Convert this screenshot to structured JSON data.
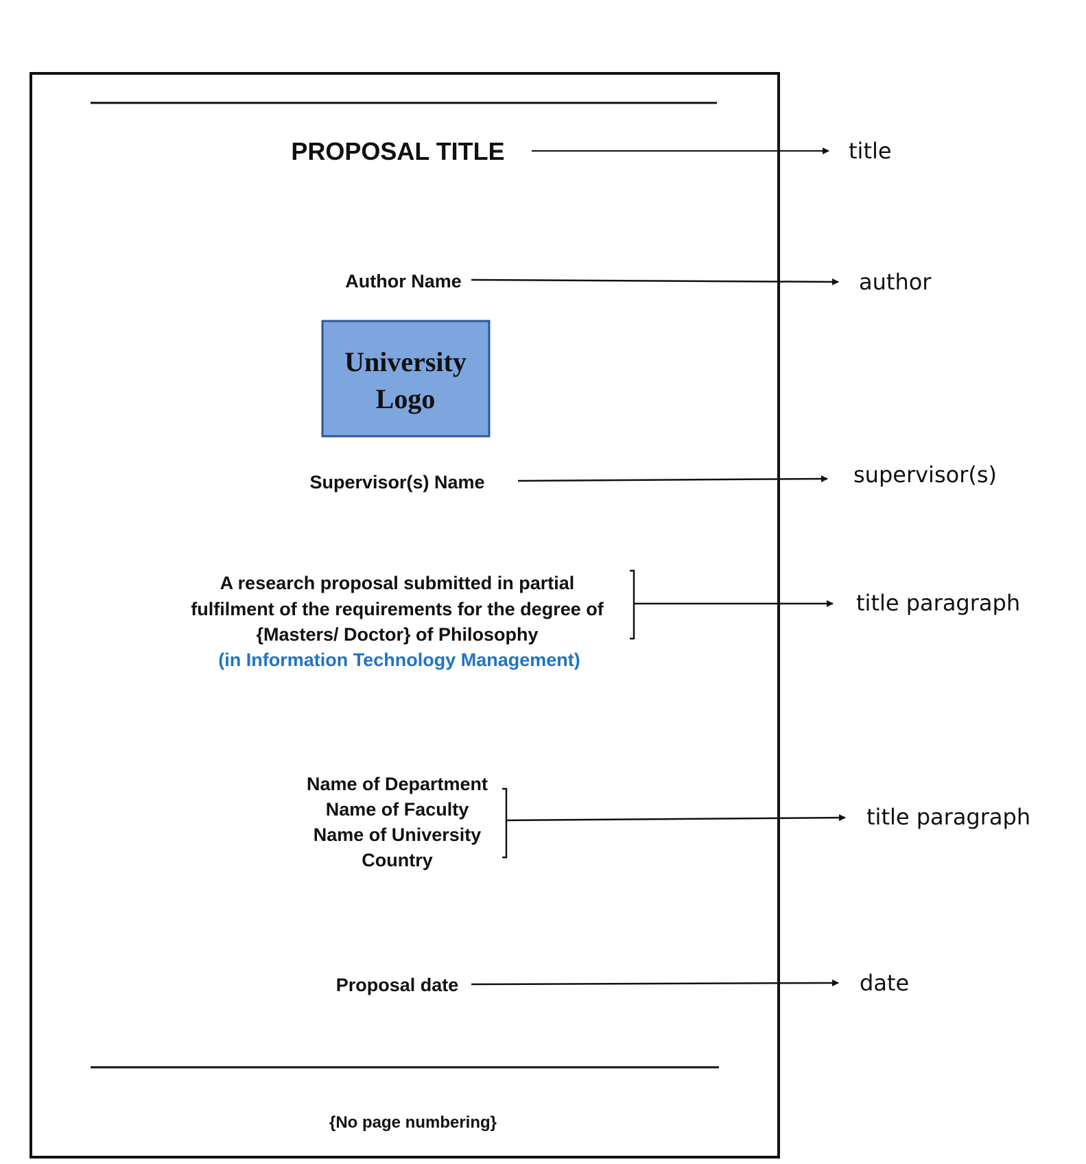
{
  "document": {
    "title": "PROPOSAL TITLE",
    "author": "Author Name",
    "logo_lines": [
      "University",
      "Logo"
    ],
    "supervisor": "Supervisor(s) Name",
    "statement_lines": [
      "A research proposal submitted in partial",
      "fulfilment of the requirements  for the degree of",
      "{Masters/ Doctor} of Philosophy"
    ],
    "field_line": "(in Information Technology Management)",
    "affiliation_lines": [
      "Name of Department",
      "Name of Faculty",
      "Name of University",
      "Country"
    ],
    "date": "Proposal date",
    "footer_note": "{No page numbering}"
  },
  "annotations": {
    "title": "title",
    "author": "author",
    "supervisor": "supervisor(s)",
    "statement": "title paragraph",
    "affiliation": "title paragraph",
    "date": "date"
  },
  "colors": {
    "logo_fill": "#7da6de",
    "logo_border": "#2f5597",
    "field_text": "#1f74c4",
    "ink": "#111111"
  }
}
